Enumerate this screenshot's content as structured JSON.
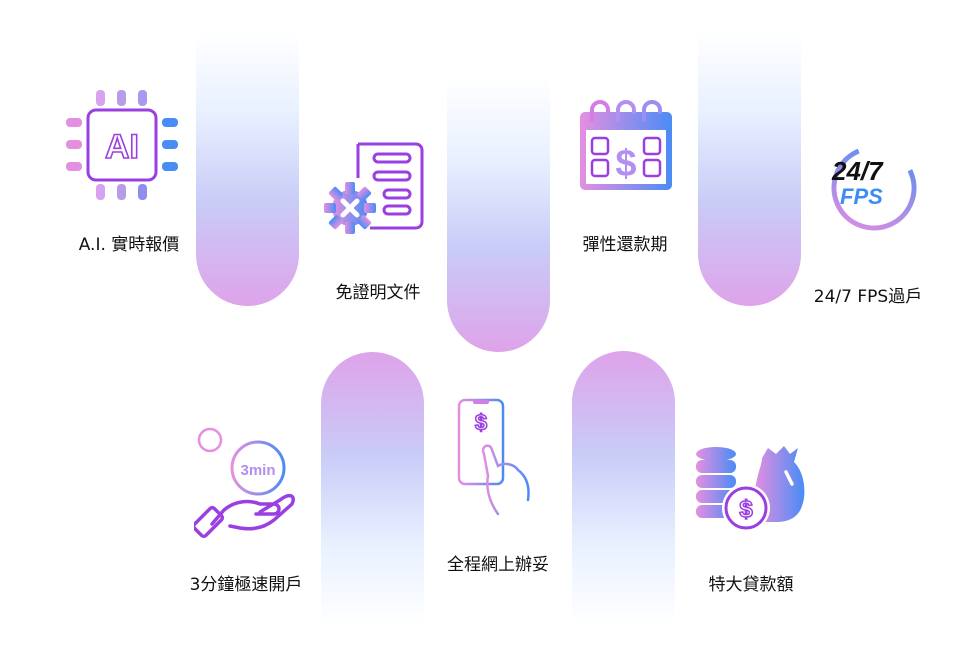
{
  "features": [
    {
      "id": "ai-quote",
      "label": "A.I. 實時報價",
      "icon": "ai-chip-icon"
    },
    {
      "id": "no-docs",
      "label": "免證明文件",
      "icon": "document-gear-icon"
    },
    {
      "id": "flexible-repayment",
      "label": "彈性還款期",
      "icon": "calendar-dollar-icon"
    },
    {
      "id": "fps-transfer",
      "label": "24/7 FPS過戶",
      "icon": "fps-24-7-icon",
      "icon_text_top": "24/7",
      "icon_text_bottom": "FPS"
    },
    {
      "id": "quick-open",
      "label": "3分鐘極速開戶",
      "icon": "hand-3min-icon",
      "icon_text": "3min"
    },
    {
      "id": "online-process",
      "label": "全程網上辦妥",
      "icon": "phone-tap-dollar-icon"
    },
    {
      "id": "large-loan",
      "label": "特大貸款額",
      "icon": "coins-moneybag-icon"
    }
  ],
  "colors": {
    "pink": "#e58fe0",
    "purple": "#9b3fe0",
    "blue": "#4a8cf5",
    "pillar_top": "#ffffff",
    "pillar_bottom": "#dea3ea"
  }
}
